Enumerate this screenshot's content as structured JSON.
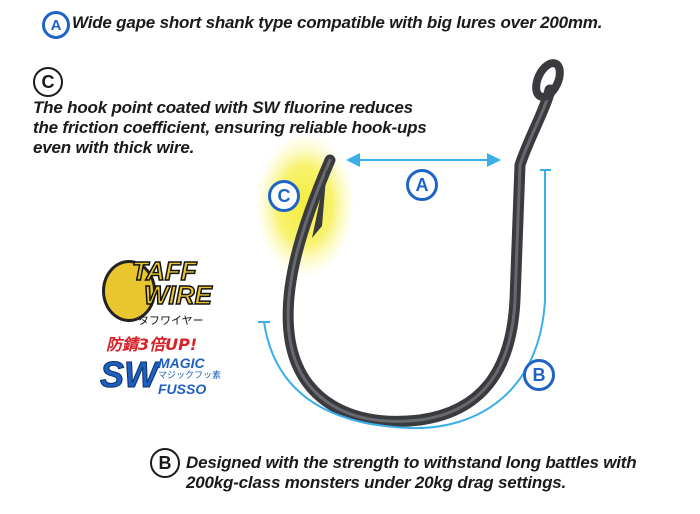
{
  "features": {
    "a": {
      "marker": "A",
      "text": "Wide gape short shank type compatible with big lures over 200mm."
    },
    "c": {
      "marker": "C",
      "lines": [
        "The hook point coated with SW fluorine reduces",
        "the friction coefficient, ensuring reliable hook-ups",
        "even with thick wire."
      ]
    },
    "b": {
      "marker": "B",
      "lines": [
        "Designed with the strength to withstand long battles with",
        "200kg-class monsters under 20kg drag settings."
      ]
    }
  },
  "diagram": {
    "label_a": "A",
    "label_b": "B",
    "label_c": "C"
  },
  "logos": {
    "taff_wire": {
      "line1": "TAFF",
      "line2": "WIRE",
      "katakana": "タフワイヤー"
    },
    "sw_fusso": {
      "top": "防錆3倍UP!",
      "sw": "SW",
      "magic": "MAGIC",
      "katakana": "マジックフッ素",
      "fusso": "FUSSO"
    }
  },
  "colors": {
    "accent_blue": "#1e64c8",
    "arrow_blue": "#3aaeea",
    "highlight_yellow": "#f4ec3a",
    "hook_dark": "#3a3b3e"
  }
}
